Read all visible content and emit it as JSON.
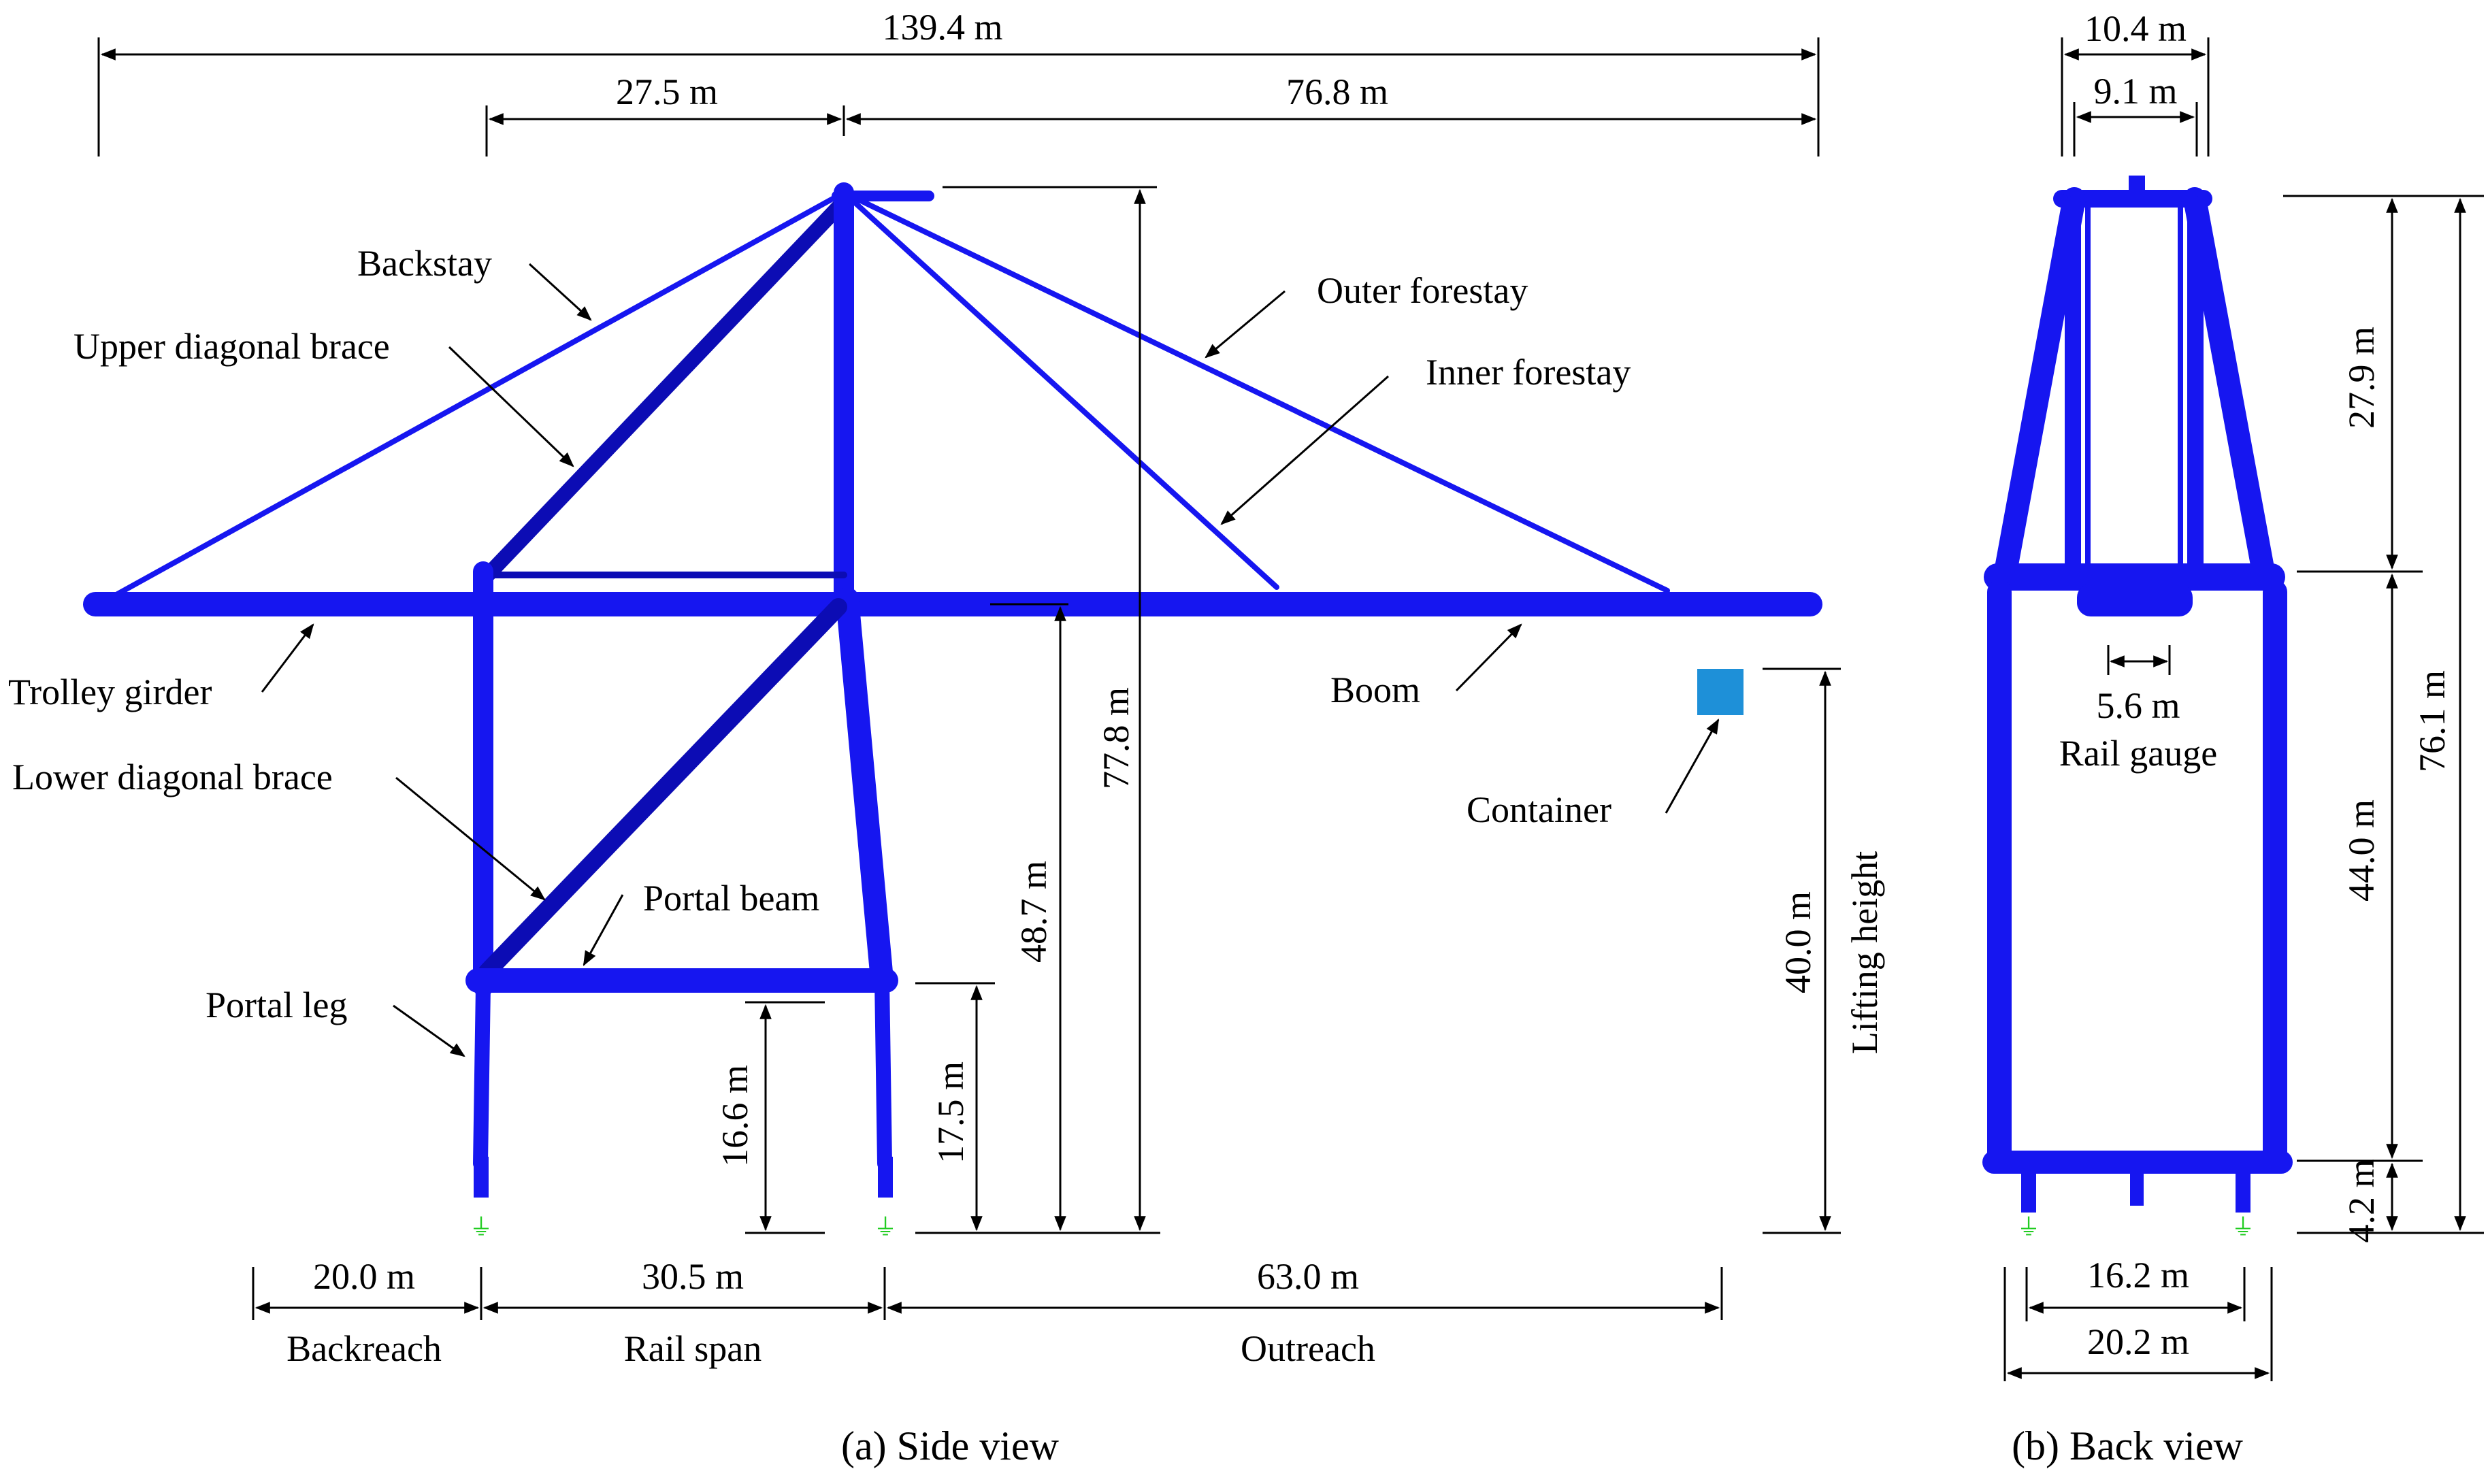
{
  "colors": {
    "structure": "#1616f0",
    "brace": "#0c0cb4",
    "container": "#1e90d8",
    "support": "#22cc22"
  },
  "side_view": {
    "caption": "(a) Side view",
    "labels": {
      "backstay": "Backstay",
      "upper_diagonal_brace": "Upper diagonal brace",
      "outer_forestay": "Outer forestay",
      "inner_forestay": "Inner forestay",
      "trolley_girder": "Trolley girder",
      "boom": "Boom",
      "lower_diagonal_brace": "Lower diagonal brace",
      "container": "Container",
      "portal_beam": "Portal beam",
      "portal_leg": "Portal leg",
      "lifting_height": "Lifting height",
      "backreach": "Backreach",
      "rail_span": "Rail span",
      "outreach": "Outreach"
    },
    "dimensions": {
      "total_length": "139.4 m",
      "apex_to_backstay": "27.5 m",
      "apex_to_boom_tip": "76.8 m",
      "total_height": "77.8 m",
      "boom_height": "48.7 m",
      "portal_beam_height": "17.5 m",
      "portal_clearance": "16.6 m",
      "lifting_height_value": "40.0 m",
      "backreach_value": "20.0 m",
      "rail_span_value": "30.5 m",
      "outreach_value": "63.0 m"
    }
  },
  "back_view": {
    "caption": "(b) Back view",
    "labels": {
      "rail_gauge": "Rail gauge"
    },
    "dimensions": {
      "top_outer_width": "10.4 m",
      "top_inner_width": "9.1 m",
      "upper_height": "27.9 m",
      "total_height": "76.1 m",
      "middle_height": "44.0 m",
      "bottom_height": "4.2 m",
      "rail_gauge_value": "5.6 m",
      "base_inner_width": "16.2 m",
      "base_outer_width": "20.2 m"
    }
  }
}
